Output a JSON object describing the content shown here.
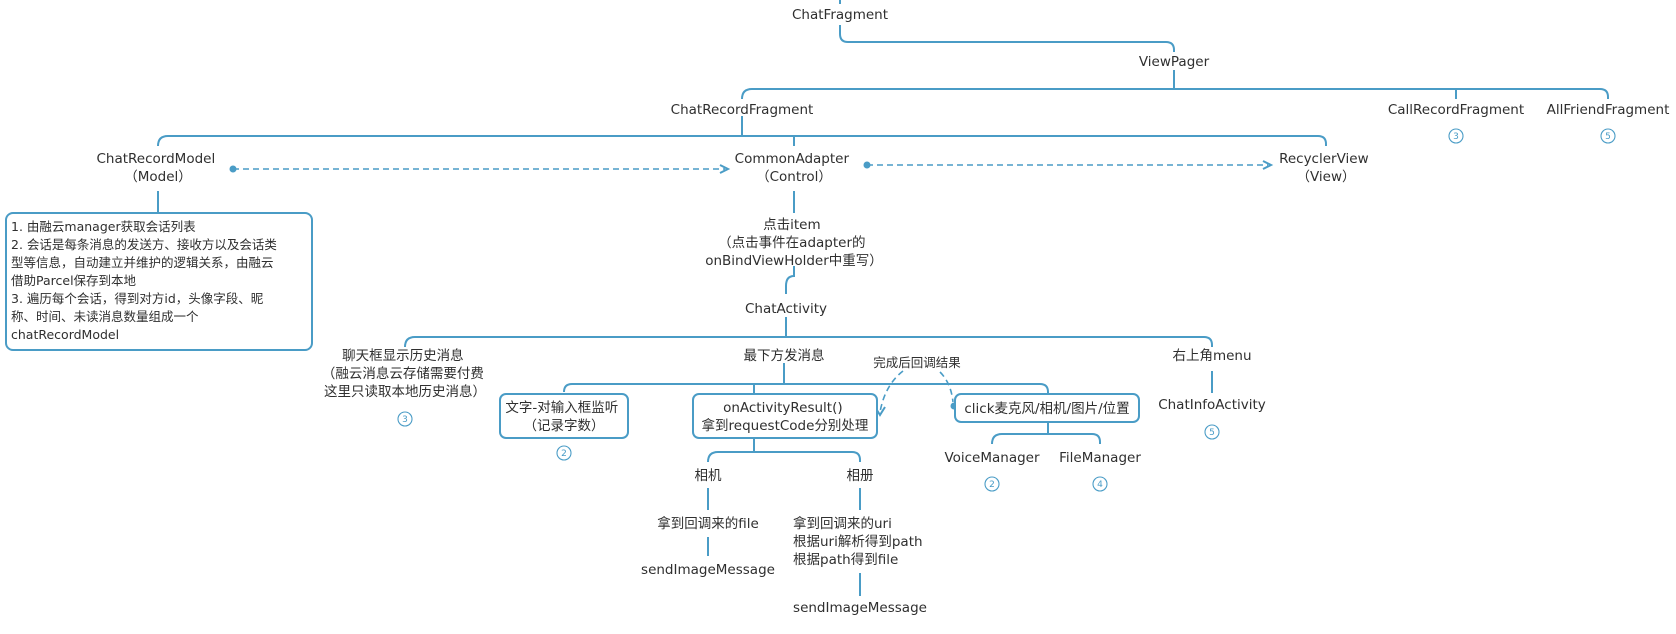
{
  "nodes": {
    "chat_fragment": "ChatFragment",
    "view_pager": "ViewPager",
    "chat_record_fragment": "ChatRecordFragment",
    "call_record_fragment": "CallRecordFragment",
    "all_friend_fragment": "AllFriendFragment",
    "chat_record_model": [
      "ChatRecordModel",
      "（Model）"
    ],
    "common_adapter": [
      "CommonAdapter",
      "（Control）"
    ],
    "recycler_view": [
      "RecyclerView",
      "（View）"
    ],
    "model_notes": [
      "1. 由融云manager获取会话列表",
      "2. 会话是每条消息的发送方、接收方以及会话类",
      "型等信息，自动建立并维护的逻辑关系，由融云",
      "借助Parcel保存到本地",
      "3. 遍历每个会话，得到对方id，头像字段、昵",
      "称、时间、未读消息数量组成一个",
      "chatRecordModel"
    ],
    "click_item": [
      "点击item",
      "（点击事件在adapter的",
      "onBindViewHolder中重写）"
    ],
    "chat_activity": "ChatActivity",
    "history_messages": [
      "聊天框显示历史消息",
      "（融云消息云存储需要付费",
      "这里只读取本地历史消息）"
    ],
    "send_bottom": "最下方发消息",
    "top_right_menu": "右上角menu",
    "chat_info_activity": "ChatInfoActivity",
    "text_input": [
      "文字-对输入框监听",
      "（记录字数）"
    ],
    "activity_result": [
      "onActivityResult()",
      "拿到requestCode分别处理"
    ],
    "click_media": "click麦克风/相机/图片/位置",
    "callback_note": "完成后回调结果",
    "voice_manager": "VoiceManager",
    "file_manager": "FileManager",
    "camera": "相机",
    "album": "相册",
    "camera_file": "拿到回调来的file",
    "album_steps": [
      "拿到回调来的uri",
      "根据uri解析得到path",
      "根据path得到file"
    ],
    "send_image_camera": "sendImageMessage",
    "send_image_album": "sendImageMessage"
  },
  "badges": {
    "call_record": "3",
    "all_friend": "5",
    "history": "3",
    "text_input": "2",
    "chat_info": "5",
    "voice_manager": "2",
    "file_manager": "4"
  },
  "colors": {
    "accent": "#4a9cc6",
    "text": "#2f2f2f"
  }
}
